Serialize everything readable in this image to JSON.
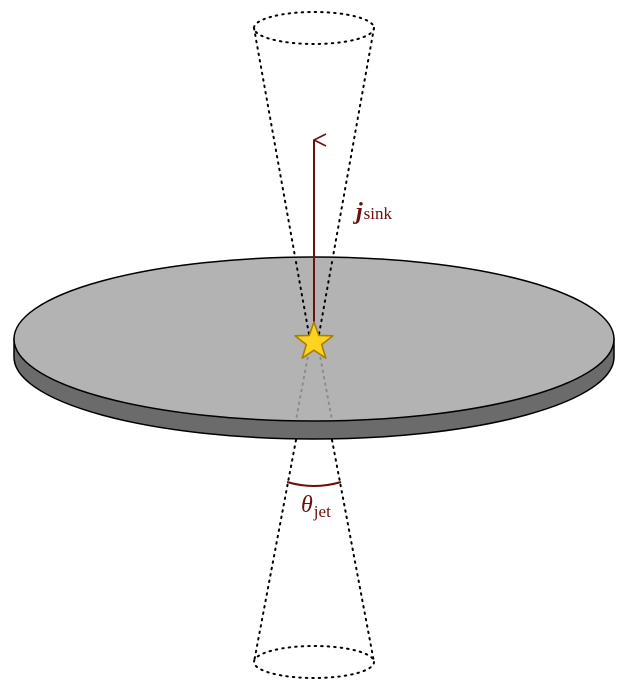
{
  "diagram": {
    "labels": {
      "sink_vector_symbol": "j",
      "sink_vector_subscript": "sink",
      "angle_symbol": "θ",
      "angle_subscript": "jet"
    },
    "colors": {
      "disk_top": "#b3b3b3",
      "disk_rim": "#6b6b6b",
      "outline": "#000000",
      "vector": "#6b0f0f",
      "star_fill": "#ffd21f",
      "star_stroke": "#a87f00",
      "cone_line": "#000000",
      "cone_line_behind": "#8c8c8c"
    },
    "icons": {
      "sink": "star-icon"
    }
  }
}
